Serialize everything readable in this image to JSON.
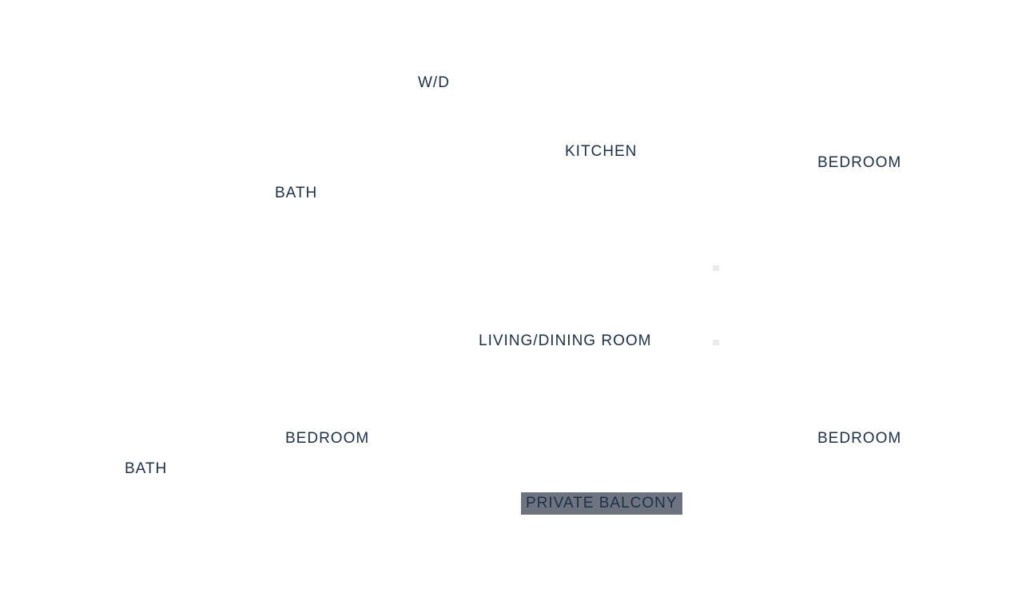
{
  "floorplan": {
    "rooms": {
      "wd": "W/D",
      "kitchen": "KITCHEN",
      "bedroom_top_right": "BEDROOM",
      "bath_top": "BATH",
      "living_dining": "LIVING/DINING ROOM",
      "bedroom_bottom_left": "BEDROOM",
      "bedroom_bottom_right": "BEDROOM",
      "bath_bottom": "BATH",
      "private_balcony": "PRIVATE BALCONY"
    },
    "colors": {
      "label_text": "#1d3047",
      "highlight_background": "#6e7380",
      "marker": "#ebebeb",
      "background": "#ffffff"
    }
  }
}
